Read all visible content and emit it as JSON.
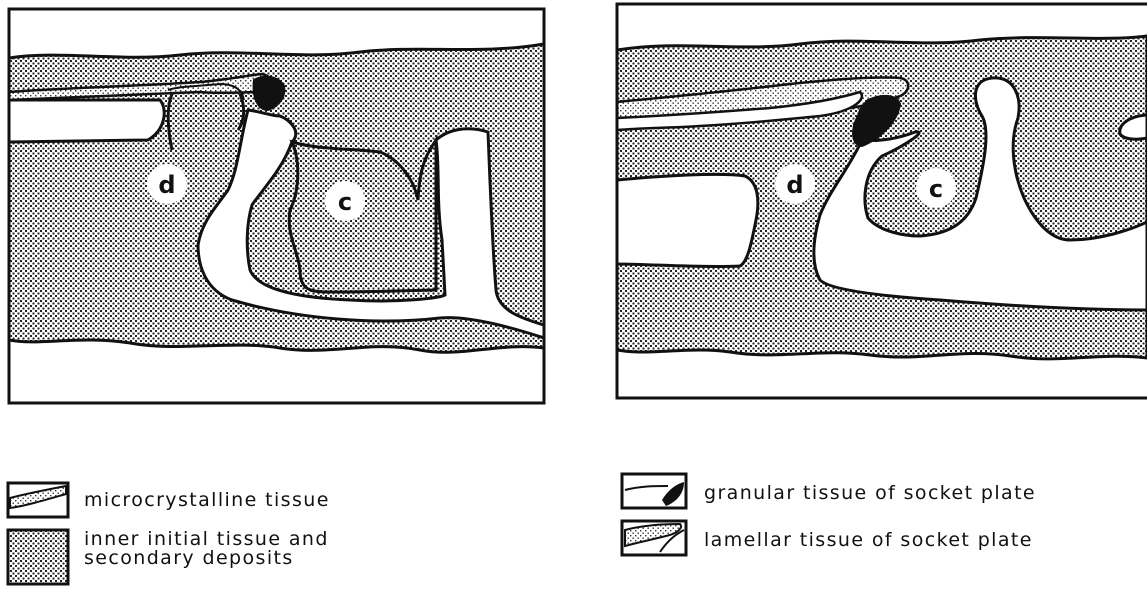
{
  "figure": {
    "left_panel": {
      "labels": {
        "d": "d",
        "c": "c"
      }
    },
    "right_panel": {
      "labels": {
        "d": "d",
        "c": "c"
      }
    }
  },
  "legend": {
    "microcrystalline": "microcrystalline  tissue",
    "inner_initial_line1": "inner  initial  tissue  and",
    "inner_initial_line2": "secondary  deposits",
    "granular": "granular  tissue  of  socket  plate",
    "lamellar": "lamellar  tissue  of  socket  plate"
  },
  "colors": {
    "ink": "#111111",
    "paper": "#ffffff"
  }
}
